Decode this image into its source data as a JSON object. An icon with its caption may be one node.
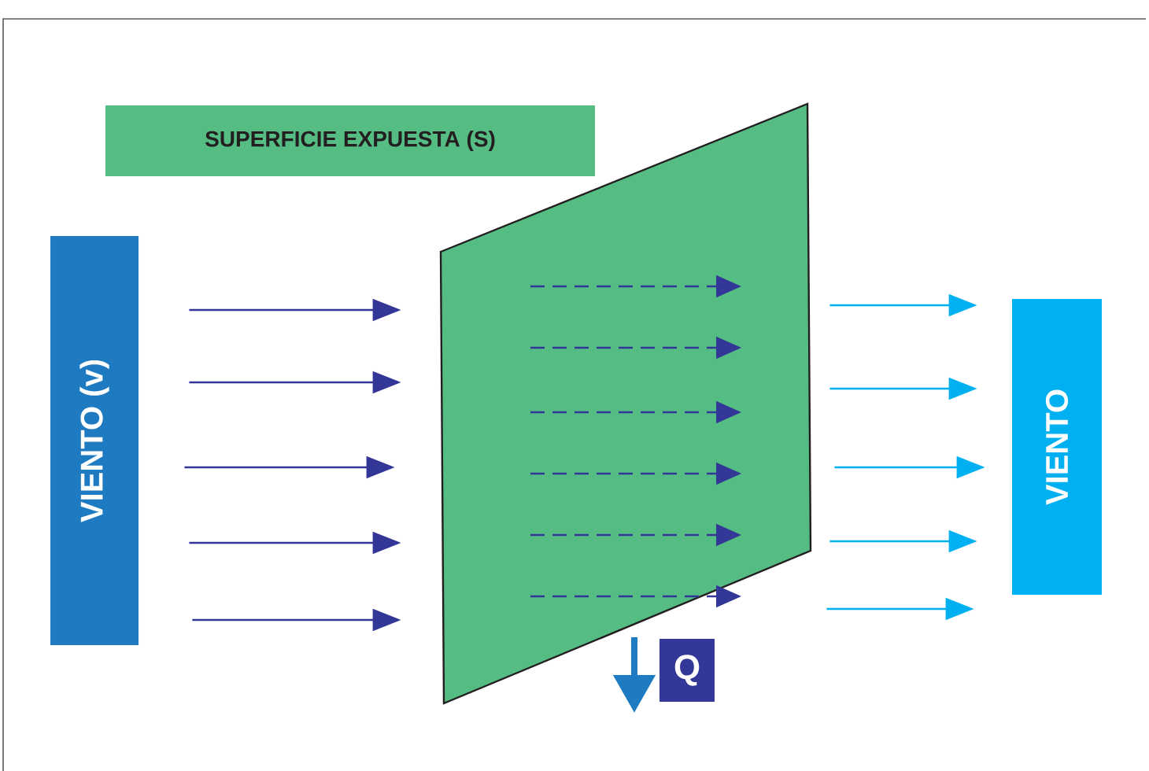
{
  "diagram": {
    "nodes": [
      {
        "text": [
          "SUPERFICIE EXPUESTA  (S)"
        ]
      },
      {
        "text": [
          "VIENTO  (v)"
        ]
      },
      {
        "text": [],
        "shape": "parallelogram"
      },
      {
        "text": [
          "VIENTO"
        ]
      },
      {
        "text": [
          "Q"
        ]
      }
    ],
    "edges": [
      {
        "from": 1,
        "to": 2,
        "arrow": "to"
      },
      {
        "from": 1,
        "to": 2,
        "arrow": "to"
      },
      {
        "from": 1,
        "to": 2,
        "arrow": "to"
      },
      {
        "from": 1,
        "to": 2,
        "arrow": "to"
      },
      {
        "from": 1,
        "to": 2,
        "arrow": "to"
      },
      {
        "from": 2,
        "to": 3,
        "arrow": "to",
        "color": "#00b0f0"
      },
      {
        "from": 2,
        "to": 3,
        "arrow": "to",
        "color": "#00b0f0"
      },
      {
        "from": 2,
        "to": 3,
        "arrow": "to",
        "color": "#00b0f0"
      },
      {
        "from": 2,
        "to": 3,
        "arrow": "to",
        "color": "#00b0f0"
      },
      {
        "from": 2,
        "to": 3,
        "arrow": "to",
        "color": "#00b0f0"
      }
    ]
  }
}
